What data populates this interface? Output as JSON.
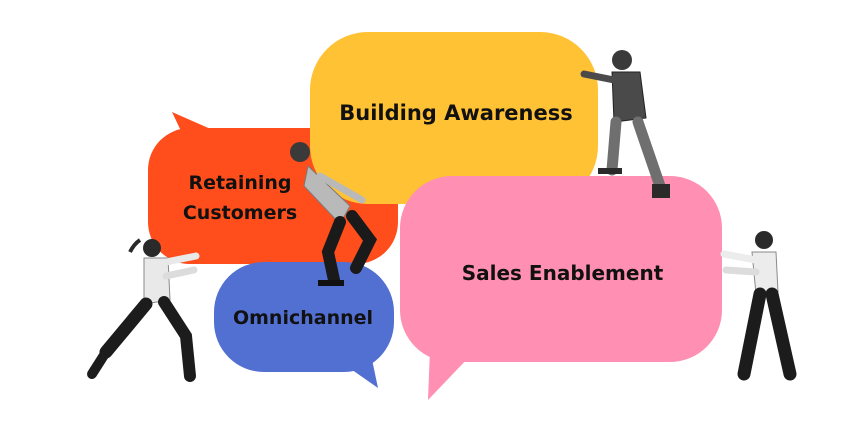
{
  "bubbles": {
    "retaining": {
      "line1": "Retaining",
      "line2": "Customers",
      "color": "#FF4E1C"
    },
    "awareness": {
      "text": "Building Awareness",
      "color": "#FFC234"
    },
    "sales": {
      "text": "Sales Enablement",
      "color": "#FF8FB3"
    },
    "omnichannel": {
      "text": "Omnichannel",
      "color": "#5270D1"
    }
  },
  "figures": {
    "woman_left": "person-lunging",
    "man_center": "person-pushing-up",
    "man_top": "person-climbing",
    "woman_right": "person-pushing"
  }
}
